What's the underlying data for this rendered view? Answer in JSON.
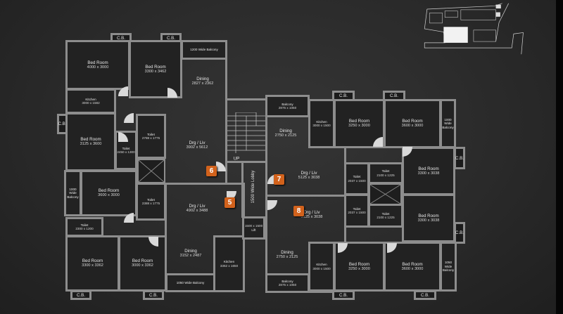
{
  "left_unit": {
    "bed1": {
      "label": "Bed Room",
      "dim": "4000 x 3000"
    },
    "bed2": {
      "label": "Bed Room",
      "dim": "3300 x 3462"
    },
    "balcony_top": {
      "label": "1200 Wide Balcony"
    },
    "dining_top": {
      "label": "Dining",
      "dim": "2827 x 2362"
    },
    "liv_top": {
      "label": "Drg / Liv",
      "dim": "3902 x 5612"
    },
    "kitchen_top": {
      "label": "Kitchen",
      "dim": "3000 x 1582"
    },
    "bed3": {
      "label": "Bed Room",
      "dim": "3125 x 3600"
    },
    "toilet_a": {
      "label": "Toilet",
      "dim": "2450 x 1300"
    },
    "toilet_b": {
      "label": "Toilet",
      "dim": "2788 x 1775"
    },
    "balcony_left": {
      "label": "1000 Wide Balcony"
    },
    "bed4": {
      "label": "Bed Room",
      "dim": "3600 x 3000"
    },
    "toilet_c": {
      "label": "Toilet",
      "dim": "2388 x 1775"
    },
    "liv_bottom": {
      "label": "Drg / Liv",
      "dim": "4902 x 3488"
    },
    "toilet_d": {
      "label": "Toilet",
      "dim": "2300 x 1200"
    },
    "bed5": {
      "label": "Bed Room",
      "dim": "3300 x 3362"
    },
    "bed6": {
      "label": "Bed Room",
      "dim": "3000 x 3362"
    },
    "dining_bottom": {
      "label": "Dining",
      "dim": "3152 x 2487"
    },
    "balcony_bottom": {
      "label": "1050 Wide Balcony"
    },
    "kitchen_bottom": {
      "label": "Kitchen",
      "dim": "3362 x 1650"
    }
  },
  "core": {
    "stairs_label": "UP",
    "lobby_label": "1500 Wide Lobby",
    "lift": {
      "label": "Lift",
      "dim": "1500 x 1500"
    }
  },
  "right_unit": {
    "balcony_top": {
      "label": "Balcony",
      "dim": "2875 x 1050"
    },
    "dining_top": {
      "label": "Dining",
      "dim": "2750 x 2125"
    },
    "kitchen_top": {
      "label": "Kitchen",
      "dim": "3000 x 1500"
    },
    "bed1": {
      "label": "Bed Room",
      "dim": "3250 x 3000"
    },
    "bed2": {
      "label": "Bed Room",
      "dim": "3600 x 3000"
    },
    "balcony_right_top": {
      "label": "1000 Wide Balcony"
    },
    "liv_top": {
      "label": "Drg / Liv",
      "dim": "5125 x 3038"
    },
    "toilet_a": {
      "label": "Toilet",
      "dim": "2037 x 1500"
    },
    "toilet_b": {
      "label": "Toilet",
      "dim": "2100 x 1225"
    },
    "bed3": {
      "label": "Bed Room",
      "dim": "3300 x 3038"
    },
    "liv_bottom": {
      "label": "Drg / Liv",
      "dim": "5125 x 3038"
    },
    "toilet_c": {
      "label": "Toilet",
      "dim": "2037 x 1500"
    },
    "toilet_d": {
      "label": "Toilet",
      "dim": "2100 x 1225"
    },
    "bed4": {
      "label": "Bed Room",
      "dim": "3300 x 3038"
    },
    "dining_bottom": {
      "label": "Dining",
      "dim": "2750 x 2125"
    },
    "balcony_bottom": {
      "label": "Balcony",
      "dim": "2875 x 1050"
    },
    "kitchen_bottom": {
      "label": "Kitchen",
      "dim": "3000 x 1500"
    },
    "bed5": {
      "label": "Bed Room",
      "dim": "3250 x 3000"
    },
    "bed6": {
      "label": "Bed Room",
      "dim": "3600 x 3000"
    },
    "balcony_right_bottom": {
      "label": "1050 Wide Balcony"
    }
  },
  "cupboard_label": "C.B.",
  "markers": [
    "5",
    "6",
    "7",
    "8"
  ],
  "colors": {
    "marker": "#d2621c",
    "wall": "#8d8d8d",
    "background": "#2a2a2a"
  }
}
